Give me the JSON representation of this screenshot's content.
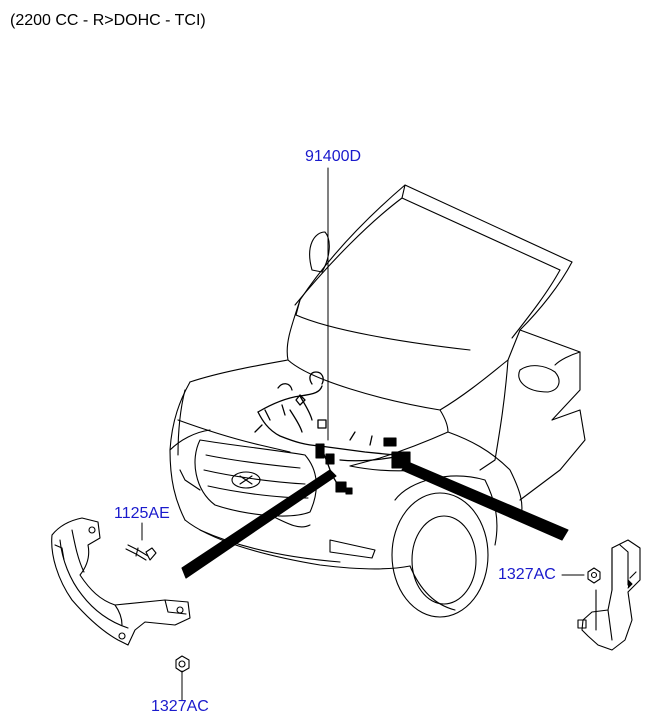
{
  "header": {
    "engine_spec": "(2200 CC - R>DOHC - TCI)"
  },
  "callouts": {
    "harness": "91400D",
    "bolt": "1125AE",
    "nut_right": "1327AC",
    "nut_bottom": "1327AC"
  },
  "colors": {
    "callout_text": "#1a1acc",
    "line_art": "#000000",
    "background": "#ffffff"
  }
}
